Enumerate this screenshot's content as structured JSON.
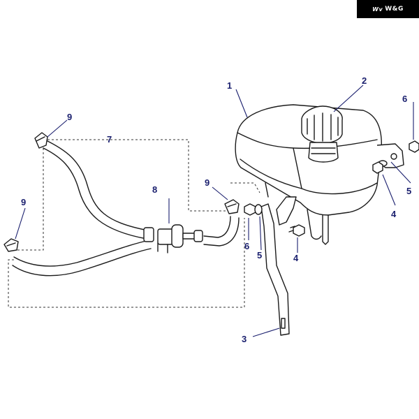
{
  "logo": {
    "mark": "Wv",
    "text": "W&G"
  },
  "callouts": {
    "c1": "1",
    "c2": "2",
    "c3": "3",
    "c4a": "4",
    "c4b": "4",
    "c5a": "5",
    "c5b": "5",
    "c6a": "6",
    "c6b": "6",
    "c7": "7",
    "c8": "8",
    "c9a": "9",
    "c9b": "9",
    "c9c": "9"
  },
  "colors": {
    "callout": "#1a1f6e",
    "ink": "#1a1a1a",
    "badge": "#000000"
  }
}
